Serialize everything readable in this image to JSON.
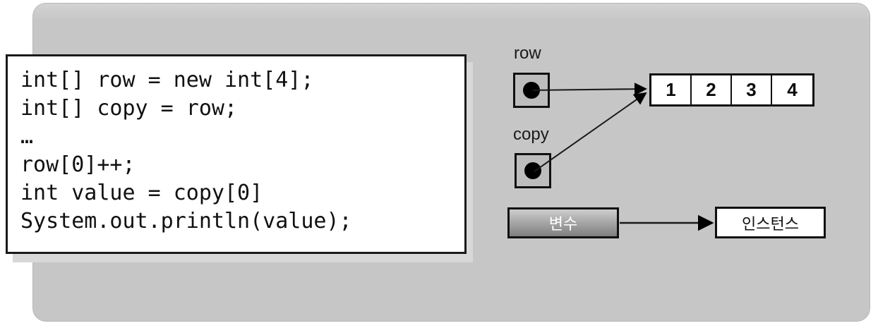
{
  "panel": {
    "background_color": "#c6c6c6"
  },
  "code_block": {
    "language": "java",
    "lines": [
      "int[] row = new int[4];",
      "int[] copy = row;",
      "…",
      "row[0]++;",
      "int value = copy[0]",
      "System.out.println(value);"
    ],
    "text": "int[] row = new int[4];\nint[] copy = row;\n…\nrow[0]++;\nint value = copy[0]\nSystem.out.println(value);"
  },
  "diagram": {
    "variables": [
      {
        "name": "row",
        "label": "row",
        "points_to": "array"
      },
      {
        "name": "copy",
        "label": "copy",
        "points_to": "array"
      }
    ],
    "array": {
      "name": "int-array",
      "length": 4,
      "cells": [
        "1",
        "2",
        "3",
        "4"
      ]
    }
  },
  "legend": {
    "variable_label": "변수",
    "instance_label": "인스턴스",
    "variable_fill_top": "#cdcdcd",
    "variable_fill_bottom": "#7e7e7e",
    "instance_fill": "#ffffff"
  }
}
